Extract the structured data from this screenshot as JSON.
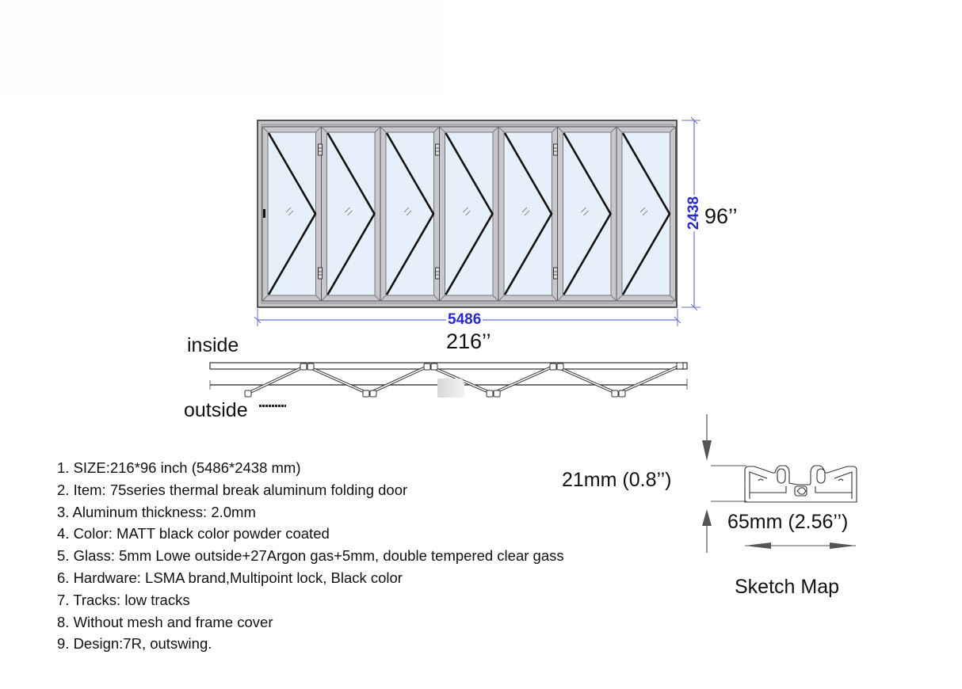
{
  "elevation": {
    "panel_count": 7,
    "width_mm": "5486",
    "height_mm": "2438",
    "width_in": "216’’",
    "height_in": "96’’",
    "colors": {
      "frame": "#c8c8cc",
      "frame_edge": "#444444",
      "glass": "#e6f0fa",
      "dimension_line": "#6b6bd6",
      "dimension_text": "#2a2ad0"
    }
  },
  "plan_view": {
    "inside_label": "inside",
    "outside_label": "outside"
  },
  "specs": [
    {
      "text": "1. SIZE:216*96 inch (5486*2438 mm)"
    },
    {
      "text": "2. Item: 75series thermal break aluminum folding door"
    },
    {
      "text": "3. Aluminum thickness: 2.0mm"
    },
    {
      "text": "4. Color: MATT black color powder coated"
    },
    {
      "text": "5. Glass: 5mm Lowe outside+27Argon gas+5mm, double tempered clear gass"
    },
    {
      "text": "6. Hardware: LSMA brand,Multipoint lock, Black color"
    },
    {
      "text": "7. Tracks: low tracks"
    },
    {
      "text": "8. Without mesh and frame cover"
    },
    {
      "text": "9. Design:7R, outswing."
    }
  ],
  "profile": {
    "height_label": "21mm (0.8’’)",
    "width_label": "65mm (2.56’’)",
    "title": "Sketch Map"
  }
}
